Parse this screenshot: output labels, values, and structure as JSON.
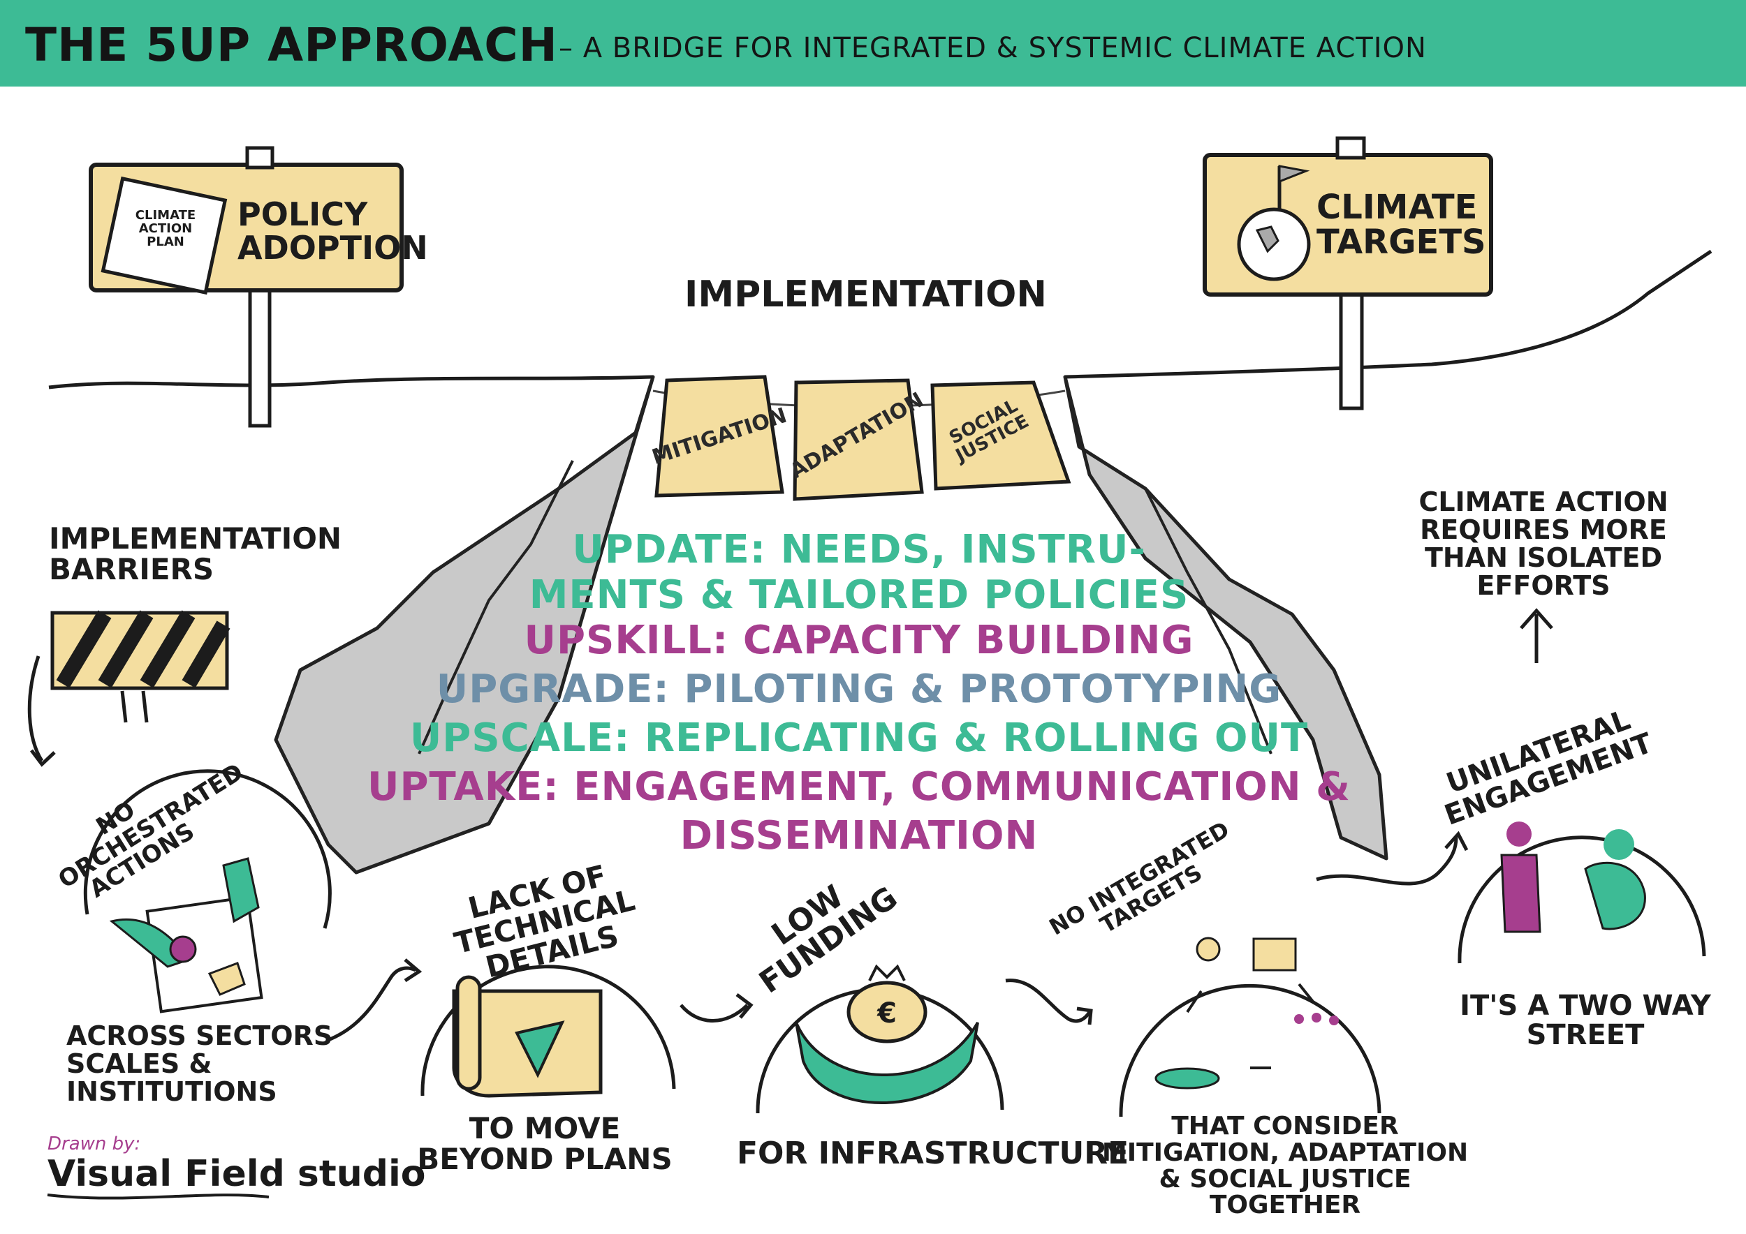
{
  "header": {
    "title": "THE 5UP APPROACH",
    "subtitle": "– A BRIDGE FOR INTEGRATED & SYSTEMIC CLIMATE ACTION",
    "color": "#3dbb95"
  },
  "signs": {
    "left": {
      "label": "POLICY ADOPTION",
      "doc_label": "CLIMATE ACTION PLAN",
      "icon": "document-icon"
    },
    "right": {
      "label": "CLIMATE TARGETS",
      "icon": "globe-flag-icon"
    }
  },
  "bridge": {
    "label": "IMPLEMENTATION",
    "planks": [
      "MITIGATION",
      "ADAPTATION",
      "SOCIAL JUSTICE"
    ]
  },
  "five_ups": [
    {
      "text": "UPDATE: NEEDS, INSTRU-",
      "color": "#3dbb95"
    },
    {
      "text": "MENTS & TAILORED POLICIES",
      "color": "#3dbb95"
    },
    {
      "text": "UPSKILL: CAPACITY BUILDING",
      "color": "#a63e8e"
    },
    {
      "text": "UPGRADE: PILOTING & PROTOTYPING",
      "color": "#6e8fa8"
    },
    {
      "text": "UPSCALE: REPLICATING & ROLLING OUT",
      "color": "#3dbb95"
    },
    {
      "text": "UPTAKE: ENGAGEMENT, COMMUNICATION &",
      "color": "#a63e8e"
    },
    {
      "text": "DISSEMINATION",
      "color": "#a63e8e"
    }
  ],
  "barriers": {
    "label": "IMPLEMENTATION BARRIERS",
    "icon": "barrier-icon"
  },
  "circles": [
    {
      "top": "NO ORCHESTRATED ACTIONS",
      "bottom": "ACROSS SECTORS SCALES & INSTITUTIONS",
      "icon": "hands-paper-icon"
    },
    {
      "top": "LACK OF TECHNICAL DETAILS",
      "bottom": "TO MOVE BEYOND PLANS",
      "icon": "blueprint-icon"
    },
    {
      "top": "LOW FUNDING",
      "bottom": "FOR INFRASTRUCTURE",
      "icon": "money-bag-icon"
    },
    {
      "top": "NO INTEGRATED TARGETS",
      "bottom": "THAT CONSIDER MITIGATION, ADAPTATION & SOCIAL JUSTICE TOGETHER",
      "icon": "integrated-targets-icon"
    },
    {
      "top": "UNILATERAL ENGAGEMENT",
      "bottom": "IT'S A TWO WAY STREET",
      "icon": "two-people-icon"
    }
  ],
  "conclusion": "CLIMATE ACTION REQUIRES MORE THAN ISOLATED EFFORTS",
  "credit": {
    "drawn_by": "Drawn by:",
    "studio": "Visual Field studio"
  },
  "colors": {
    "green": "#3dbb95",
    "purple": "#a63e8e",
    "blue_grey": "#6e8fa8",
    "sign_yellow": "#f4dea0",
    "chasm_grey": "#c9c9c9"
  }
}
